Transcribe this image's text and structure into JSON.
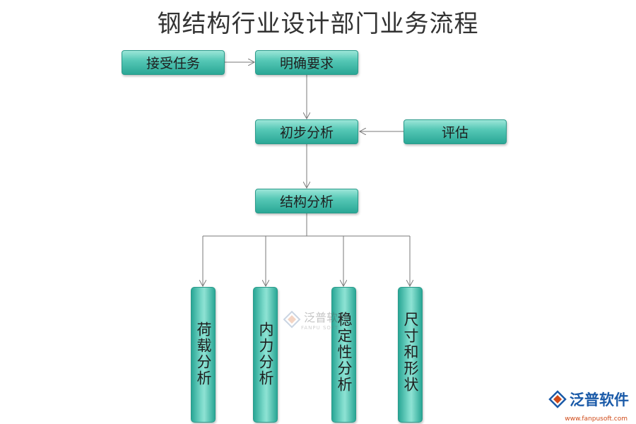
{
  "title": "钢结构行业设计部门业务流程",
  "nodes": {
    "accept_task": "接受任务",
    "clarify_requirements": "明确要求",
    "preliminary_analysis": "初步分析",
    "evaluation": "评估",
    "structural_analysis": "结构分析",
    "load_analysis": "荷载分析",
    "internal_force_analysis": "内力分析",
    "stability_analysis": "稳定性分析",
    "size_and_shape": "尺寸和形状"
  },
  "watermark": {
    "center_text": "泛普软件",
    "center_sub": "FANPU SOFT",
    "logo_name": "泛普软件",
    "logo_url": "www.fanpusoft.com"
  },
  "colors": {
    "box_top": "#9ce6d8",
    "box_bottom": "#2aa796",
    "line": "#7a7a7a",
    "logo_blue": "#1a5aa8",
    "logo_orange": "#d04a18"
  }
}
